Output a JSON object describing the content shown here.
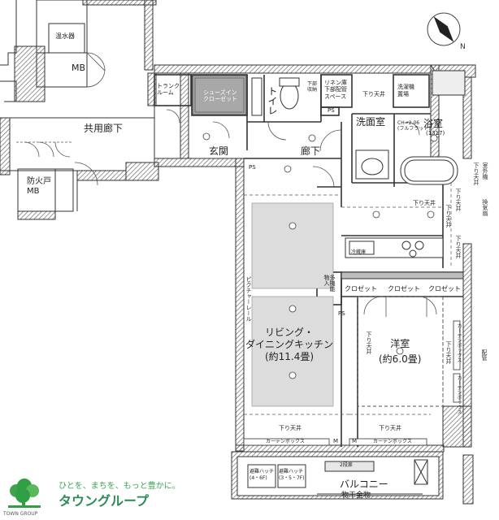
{
  "colors": {
    "wall": "#3a3a3a",
    "wall_fill": "#9a9a9a",
    "hatch": "#7a7a7a",
    "floor_gray": "#d9d9d9",
    "logo_green": "#2f9e44",
    "logo_text_green": "#2e8b57"
  },
  "icons": [
    "north-compass-icon",
    "tree-logo-icon"
  ],
  "labels": {
    "water_heater": "温水器",
    "mb_top": "MB",
    "corridor": "共用廊下",
    "fire_door_mb": "防火戸\nMB",
    "trunk_room": "トランク\nルーム",
    "shoes_in_closet": "シューズイン\nクローゼット",
    "hall_storage": "下部\n収納",
    "toilet": "トイレ",
    "linen": "リネン庫\n下部配管\nスペース",
    "ps_toilet": "PS",
    "ceiling_lower": "下り天井",
    "washer_space": "洗濯機\n置場",
    "washroom": "洗面室",
    "bath": "浴室",
    "bath_size": "(1317)",
    "ch_note": "CH=2.06\n(フルフラット)",
    "entrance": "玄関",
    "hallway": "廊下",
    "ps_hall": "PS",
    "ldk": "リビング・\nダイニングキッチン\n(約11.4畳)",
    "bedroom": "洋室\n(約6.0畳)",
    "closet1": "クロゼット",
    "closet2": "クロゼット",
    "closet3": "クロゼット",
    "multi_storage": "多機能\n物入",
    "ps_mid": "PS",
    "fridge": "冷蔵庫",
    "curtain1": "カーテンボックス",
    "curtain2": "カーテンボックス",
    "ceiling_low_a": "下り天井",
    "ceiling_low_b": "下り天井",
    "ceiling_low_c": "下り天井",
    "ceiling_low_d": "下り天井",
    "ceiling_low_e": "下り天井",
    "ceiling_low_f": "下り天井",
    "m1": "M",
    "m2": "M",
    "balcony": "バルコニー",
    "balcony_items": "物干金物",
    "hatch1": "避難ハッチ\n(4・6F)",
    "hatch2": "避難ハッチ\n(3・5・7F)",
    "outdoor_unit": "室外機",
    "ventilation": "換気扇",
    "pipe_space": "配管",
    "ceiling_lower_bath": "下り天井",
    "hatch_mark": "2段扉",
    "pillar_label": "ピクチャーレール",
    "curtain_v1": "カーテンボックス",
    "curtain_v2": "カーテンボックス",
    "pipe_v": "下り天井",
    "slide_v": "下り天井"
  },
  "logo": {
    "tagline": "ひとを、まちを、もっと豊かに。",
    "name": "タウングループ",
    "small": "TOWN GROUP"
  }
}
